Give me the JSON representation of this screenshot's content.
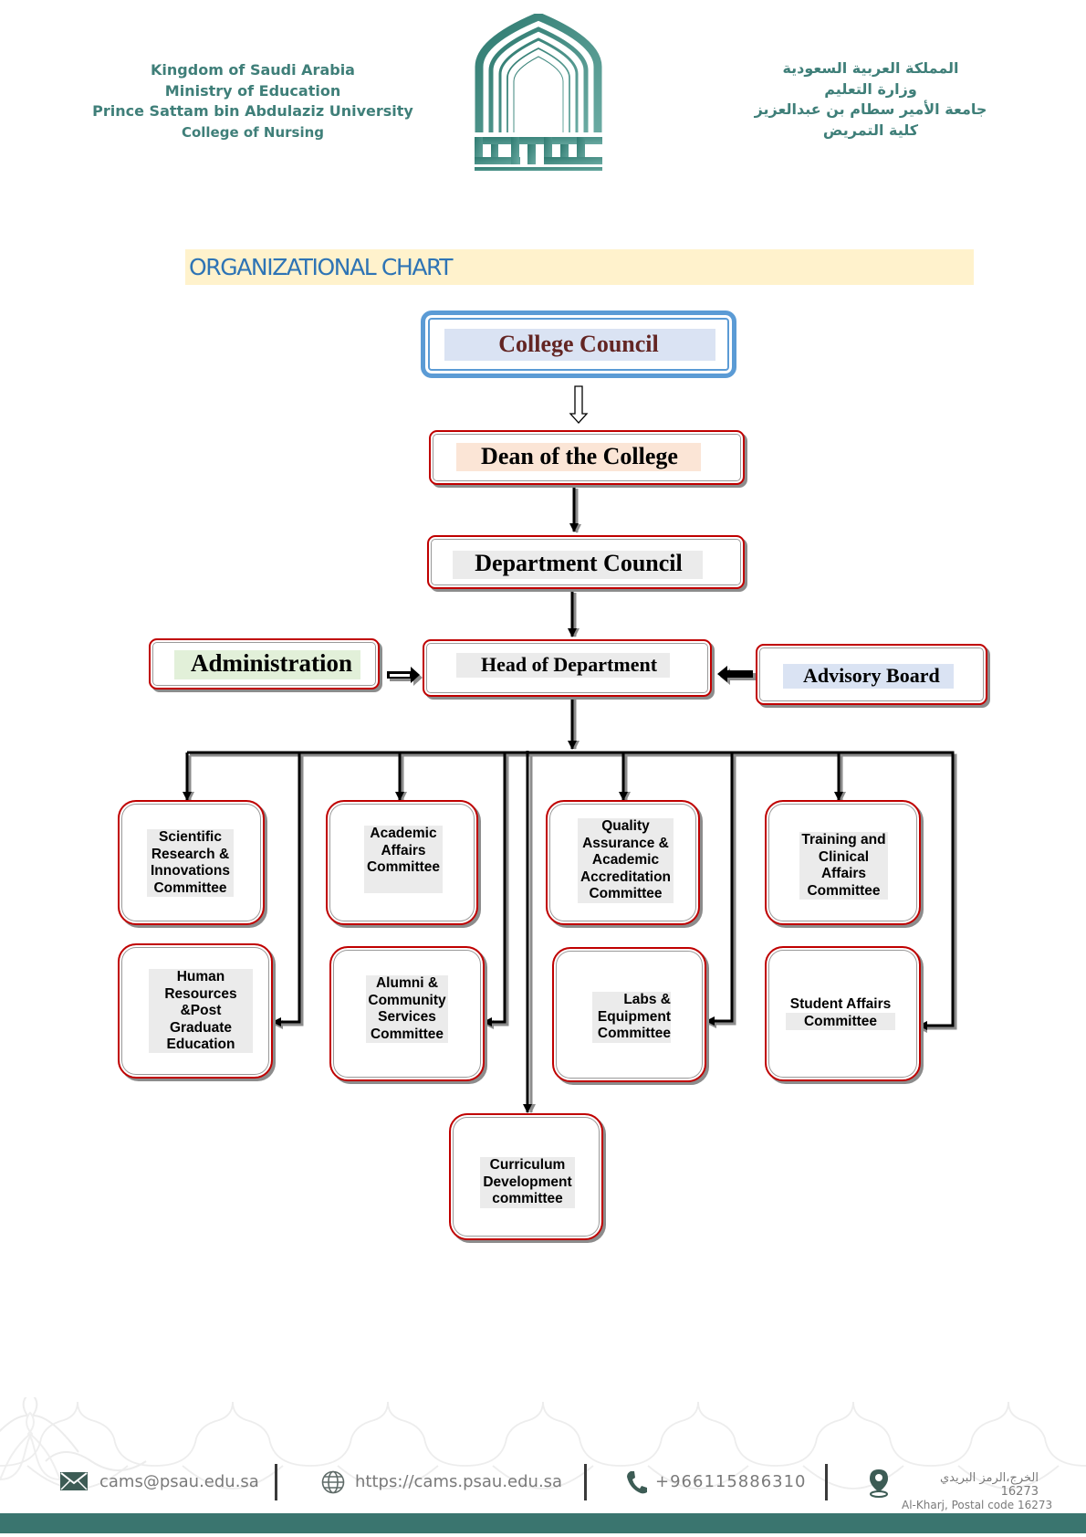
{
  "header": {
    "english_lines": [
      "Kingdom of Saudi Arabia",
      "Ministry of Education",
      "Prince Sattam bin Abdulaziz University",
      "College of Nursing"
    ],
    "arabic_lines": [
      "المملكة العربية السعودية",
      "وزارة التعليم",
      "جامعة الأمير سطام بن عبدالعزيز",
      "كلية التمريض"
    ],
    "logo": "university-arch-logo",
    "brand_color": "#3f7f79"
  },
  "title": {
    "text": "ORGANIZATIONAL CHART",
    "text_color": "#2e74b5",
    "band_color": "#fff2cc"
  },
  "chart": {
    "college_council": "College Council",
    "dean": "Dean of the College",
    "department_council": "Department Council",
    "head": "Head of Department",
    "administration": "Administration",
    "advisory_board": "Advisory Board",
    "committees": [
      "Scientific\nResearch &\nInnovations\nCommittee",
      "Academic\nAffairs\nCommittee",
      "Quality\nAssurance &\nAcademic\nAccreditation\nCommittee",
      "Training and\nClinical\nAffairs\nCommittee",
      "Human\nResources\n&Post\nGraduate\nEducation",
      "Alumni &\nCommunity\nServices\nCommittee",
      "Labs &\nEquipment\nCommittee",
      "Student Affairs\nCommittee",
      "Curriculum\nDevelopment\ncommittee"
    ],
    "colors": {
      "box_border": "#c00000",
      "council_border": "#5b9bd5",
      "council_text": "#632523",
      "council_highlight": "#dae3f3",
      "dean_highlight": "#fbe5d6",
      "admin_highlight": "#e2f0d9",
      "advisory_highlight": "#dae3f3",
      "neutral_highlight": "#ebebeb"
    }
  },
  "footer": {
    "email": "cams@psau.edu.sa",
    "website": "https://cams.psau.edu.sa",
    "phone": "+966115886310",
    "address_ar": "الخرج،الرمز البريدي 16273",
    "address_en": "Al-Kharj, Postal code 16273",
    "icons": [
      "envelope-icon",
      "globe-icon",
      "phone-icon",
      "location-pin-icon"
    ],
    "bar_color": "#3a756f"
  }
}
